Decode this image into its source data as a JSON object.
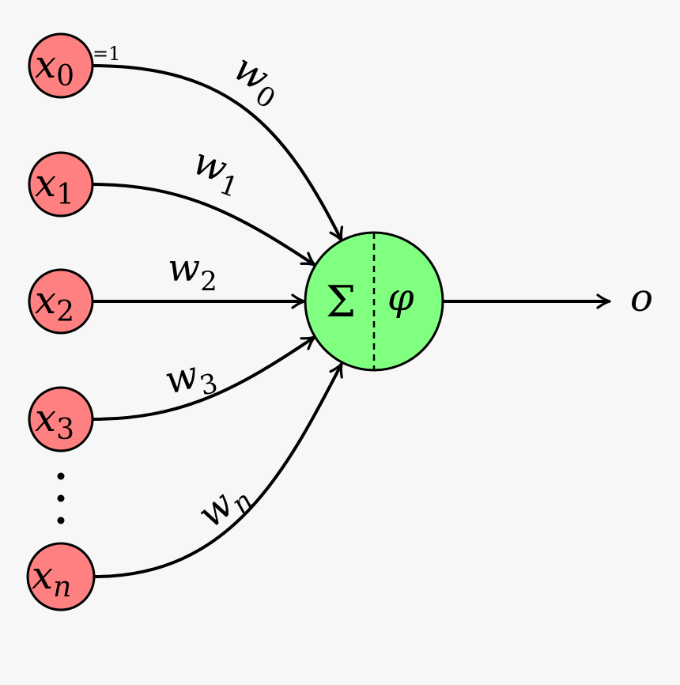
{
  "colors": {
    "background": "#f7f7f7",
    "input_fill": "#ff8080",
    "neuron_fill": "#80ff80",
    "stroke": "#000000"
  },
  "inputs": [
    {
      "label": "x",
      "sub": "0",
      "note": "=1"
    },
    {
      "label": "x",
      "sub": "1",
      "note": ""
    },
    {
      "label": "x",
      "sub": "2",
      "note": ""
    },
    {
      "label": "x",
      "sub": "3",
      "note": ""
    },
    {
      "label": "x",
      "sub": "n",
      "note": ""
    }
  ],
  "weights": [
    {
      "label": "w",
      "sub": "0"
    },
    {
      "label": "w",
      "sub": "1"
    },
    {
      "label": "w",
      "sub": "2"
    },
    {
      "label": "w",
      "sub": "3"
    },
    {
      "label": "w",
      "sub": "n"
    }
  ],
  "neuron": {
    "sum_symbol": "Σ",
    "activation_symbol": "φ"
  },
  "output": {
    "label": "o"
  }
}
